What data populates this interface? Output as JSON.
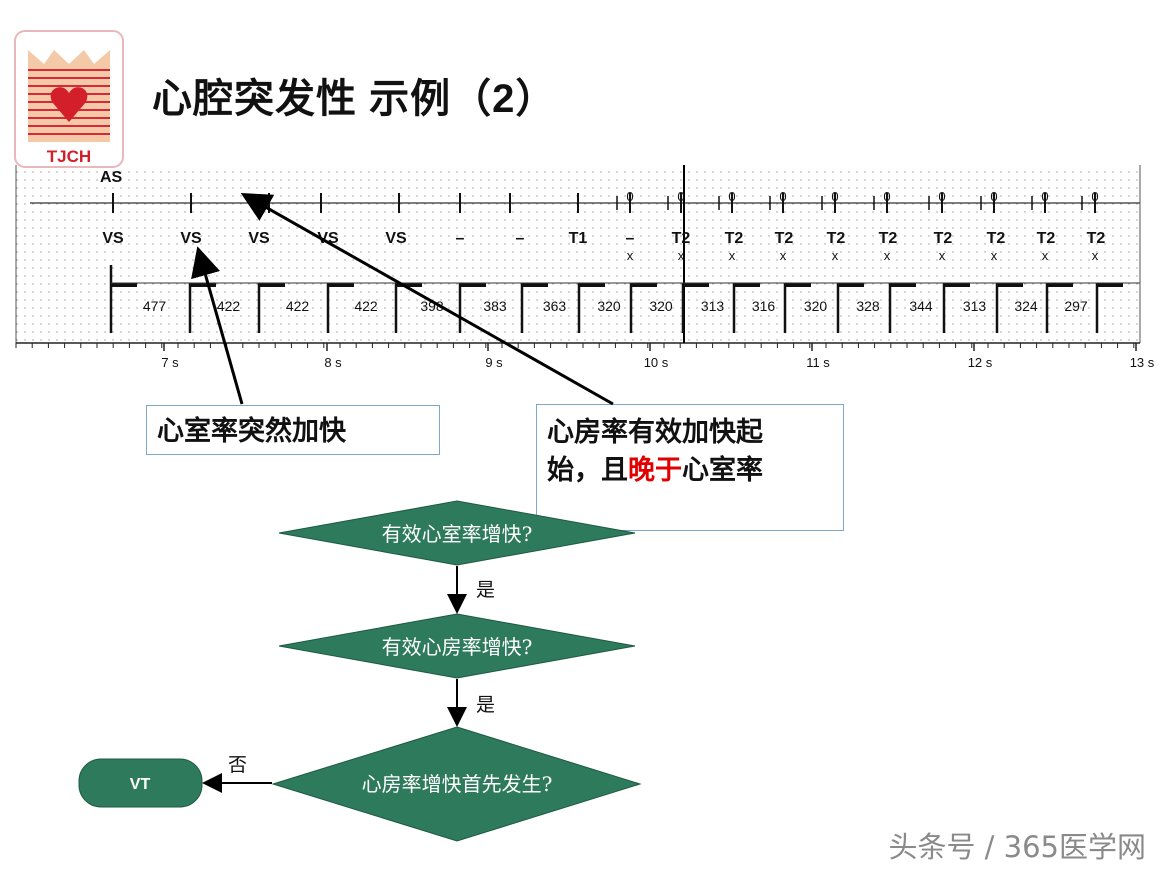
{
  "title": "心腔突发性 示例（2）",
  "logo": {
    "text": "TJCH",
    "accent": "#d21f2a"
  },
  "ecg": {
    "atrial_row_label": "AS",
    "atrial_markers": [
      "0",
      "0",
      "0",
      "0",
      "0",
      "0",
      "0",
      "0",
      "0",
      "0"
    ],
    "ventricular_labels": [
      "VS",
      "VS",
      "VS",
      "VS",
      "VS",
      "–",
      "–",
      "T1",
      "–",
      "T2",
      "T2",
      "T2",
      "T2",
      "T2",
      "T2",
      "T2",
      "T2",
      "T2"
    ],
    "intervals": [
      "477",
      "422",
      "422",
      "422",
      "398",
      "383",
      "363",
      "320",
      "320",
      "313",
      "316",
      "320",
      "328",
      "344",
      "313",
      "324",
      "297"
    ],
    "time_ticks": [
      "7 s",
      "8 s",
      "9 s",
      "10 s",
      "11 s",
      "12 s",
      "13 s"
    ],
    "x_marker": "x"
  },
  "notes": {
    "ventricle": "心室率突然加快",
    "atrium_line1": "心房率有效加快起",
    "atrium_line2_pre": "始，且",
    "atrium_line2_red": "晚于",
    "atrium_line2_post": "心室率"
  },
  "flowchart": {
    "q1": "有效心室率增快?",
    "q2": "有效心房率增快?",
    "q3": "心房率增快首先发生?",
    "yes1": "是",
    "yes2": "是",
    "no": "否",
    "result": "VT",
    "fill": "#2e7a5c"
  },
  "watermark": "头条号 / 365医学网"
}
